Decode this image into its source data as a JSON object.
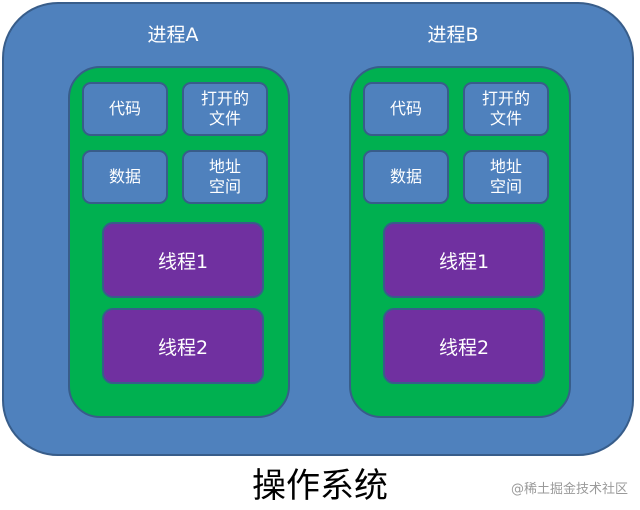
{
  "os": {
    "label": "操作系统"
  },
  "processes": [
    {
      "title": "进程A",
      "resources": {
        "code": "代码",
        "open_files": "打开的\n文件",
        "data": "数据",
        "address_space": "地址\n空间"
      },
      "threads": [
        "线程1",
        "线程2"
      ]
    },
    {
      "title": "进程B",
      "resources": {
        "code": "代码",
        "open_files": "打开的\n文件",
        "data": "数据",
        "address_space": "地址\n空间"
      },
      "threads": [
        "线程1",
        "线程2"
      ]
    }
  ],
  "watermark": "@稀土掘金技术社区",
  "colors": {
    "os_fill": "#4f81bd",
    "process_fill": "#00b050",
    "resource_fill": "#4f81bd",
    "thread_fill": "#7030a0",
    "border": "#385d8a"
  }
}
